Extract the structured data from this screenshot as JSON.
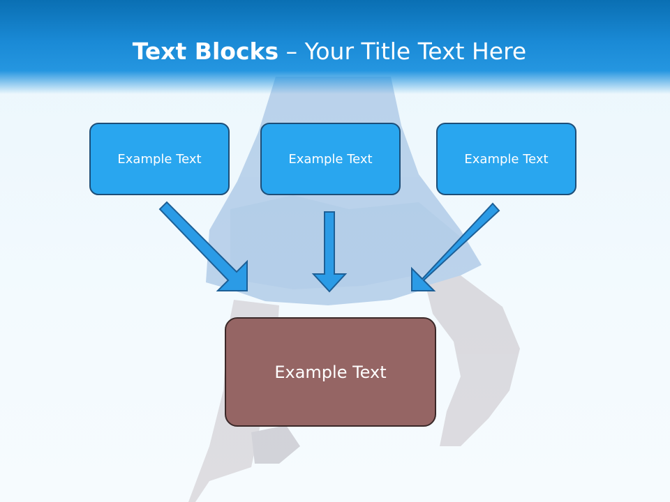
{
  "slide": {
    "title_bold": "Text Blocks",
    "title_separator": " – ",
    "title_rest": "Your Title Text Here"
  },
  "blocks": [
    {
      "label": "Example Text"
    },
    {
      "label": "Example Text"
    },
    {
      "label": "Example Text"
    }
  ],
  "target": {
    "label": "Example Text"
  },
  "colors": {
    "header": "#1a8ad6",
    "block_fill": "#29a6ef",
    "block_border": "#1d4e78",
    "target_fill": "#956564",
    "arrow_fill": "#2b9be6"
  },
  "background_image": "dancer-photo"
}
